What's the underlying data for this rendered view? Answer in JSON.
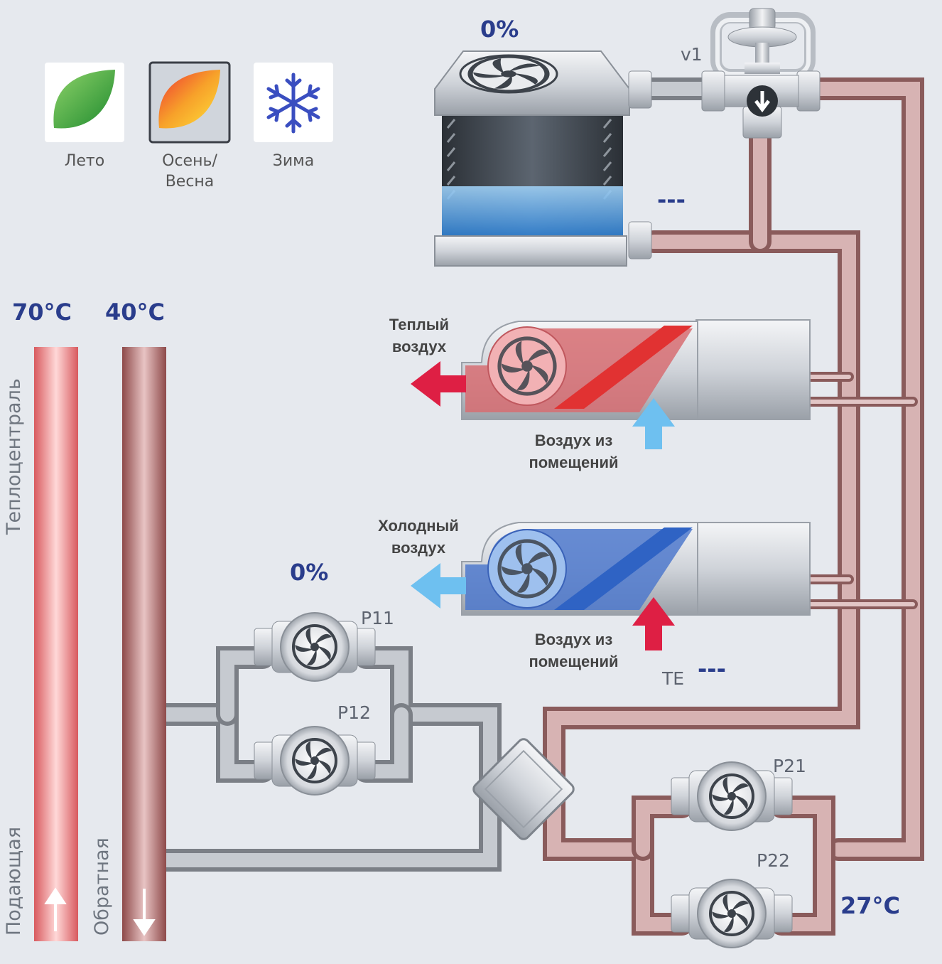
{
  "seasons": [
    {
      "label": "Лето",
      "icon": "green-leaf-icon",
      "active": false
    },
    {
      "label": "Осень/\nВесна",
      "icon": "autumn-leaf-icon",
      "active": true
    },
    {
      "label": "Зима",
      "icon": "snowflake-icon",
      "active": false
    }
  ],
  "supply": {
    "temp": "70°C",
    "label": "Подающая"
  },
  "return": {
    "temp": "40°C",
    "label": "Обратная"
  },
  "heating_plant_label": "Теплоцентраль",
  "cooler": {
    "percent": "0%",
    "value": "---"
  },
  "valve": {
    "label": "v1"
  },
  "warm_unit": {
    "out_label": "Теплый\nвоздух",
    "in_label": "Воздух из\nпомещений"
  },
  "cold_unit": {
    "out_label": "Холодный\nвоздух",
    "in_label": "Воздух из\nпомещений"
  },
  "te": {
    "label": "TE",
    "value": "---"
  },
  "pumps_primary": {
    "percent": "0%",
    "p1": "P11",
    "p2": "P12"
  },
  "pumps_secondary": {
    "p1": "P21",
    "p2": "P22"
  },
  "secondary_temp": "27°C",
  "colors": {
    "supply": "#e8787a",
    "return": "#a05c5c",
    "warm_arrow": "#de1f44",
    "cold_arrow": "#6ec0f0",
    "label_blue": "#2a3d8c"
  }
}
